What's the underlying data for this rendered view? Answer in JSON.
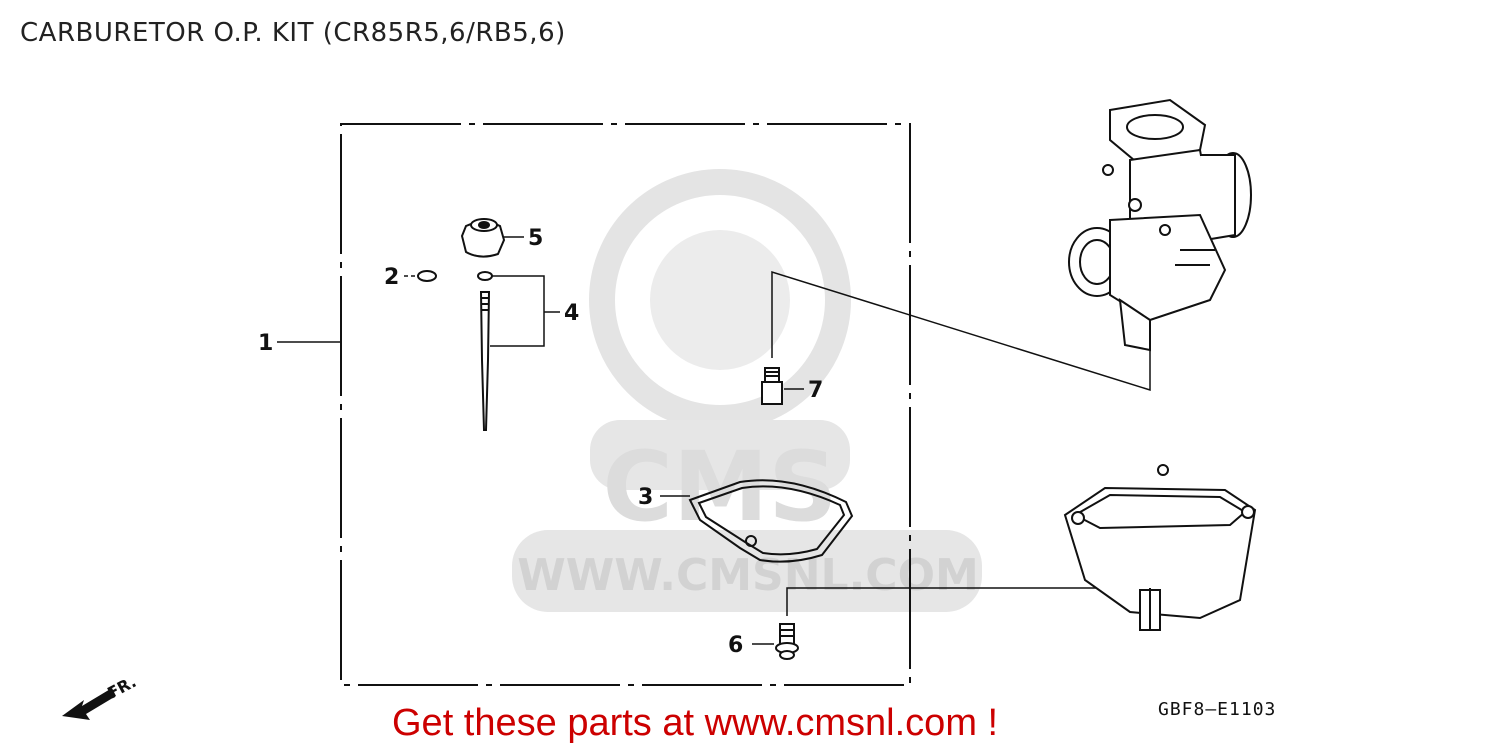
{
  "title": "CARBURETOR O.P. KIT (CR85R5,6/RB5,6)",
  "footer_text": "Get these parts at www.cmsnl.com !",
  "diagram_code": "GBF8–E1103",
  "watermark": {
    "brand": "CMS",
    "url": "WWW.CMSNL.COM"
  },
  "direction_indicator": "FR.",
  "callouts": [
    {
      "id": "1",
      "part": "kit-frame"
    },
    {
      "id": "2",
      "part": "washer"
    },
    {
      "id": "3",
      "part": "float-chamber-gasket"
    },
    {
      "id": "4",
      "part": "jet-needle-set"
    },
    {
      "id": "5",
      "part": "needle-holder"
    },
    {
      "id": "6",
      "part": "drain-screw"
    },
    {
      "id": "7",
      "part": "main-jet"
    }
  ],
  "colors": {
    "footer": "#cc0000",
    "lines": "#111111",
    "watermark": "#e6e6e6"
  }
}
